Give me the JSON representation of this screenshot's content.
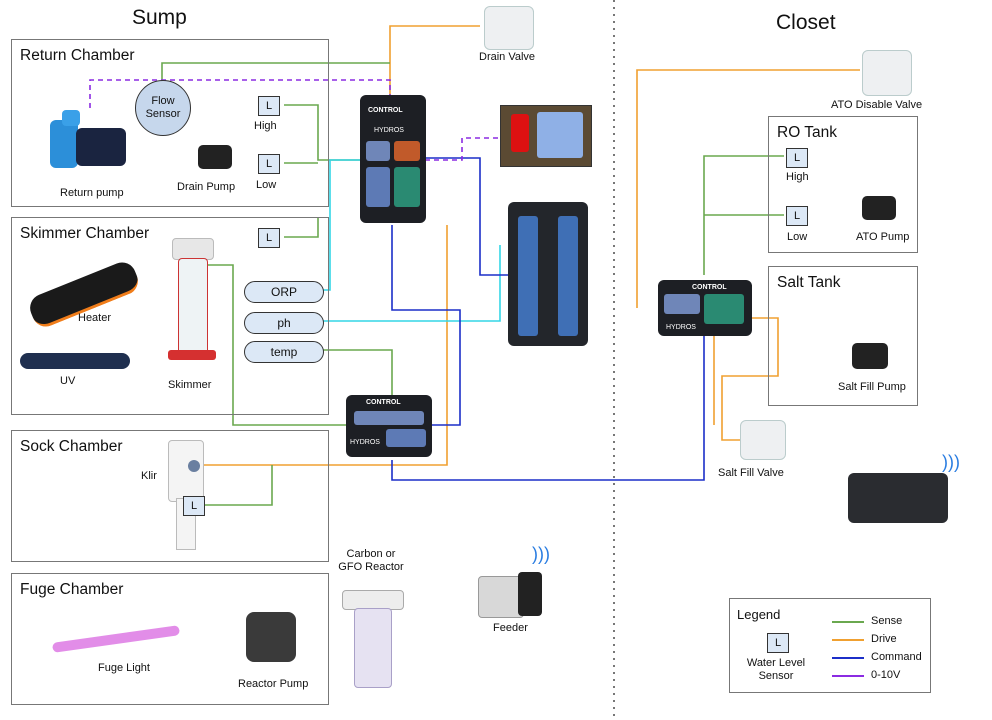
{
  "sections": {
    "sump": "Sump",
    "closet": "Closet"
  },
  "chambers": {
    "return": "Return Chamber",
    "skimmer": "Skimmer Chamber",
    "sock": "Sock Chamber",
    "fuge": "Fuge Chamber",
    "ro": "RO Tank",
    "salt": "Salt Tank"
  },
  "sensor_letter": "L",
  "labels": {
    "flow_sensor": "Flow Sensor",
    "high": "High",
    "low": "Low",
    "return_pump": "Return pump",
    "drain_pump": "Drain Pump",
    "heater": "Heater",
    "uv": "UV",
    "skimmer": "Skimmer",
    "klir": "Klir",
    "fuge_light": "Fuge Light",
    "reactor_pump": "Reactor Pump",
    "reactor": "Carbon or GFO Reactor",
    "feeder": "Feeder",
    "drain_valve": "Drain Valve",
    "ato_disable_valve": "ATO Disable Valve",
    "ato_pump": "ATO Pump",
    "salt_fill_pump": "Salt Fill Pump",
    "salt_fill_valve": "Salt Fill Valve",
    "ro_high": "High",
    "ro_low": "Low"
  },
  "probes": {
    "orp": "ORP",
    "ph": "ph",
    "temp": "temp"
  },
  "controller": {
    "brand": "CONTROL",
    "logo": "HYDROS"
  },
  "legend": {
    "title": "Legend",
    "sensor_desc": "Water Level Sensor",
    "items": [
      {
        "label": "Sense",
        "color": "#6aa84f"
      },
      {
        "label": "Drive",
        "color": "#f0a030"
      },
      {
        "label": "Command",
        "color": "#1c2fc8"
      },
      {
        "label": "0-10V",
        "color": "#8b2be2"
      }
    ]
  },
  "colors": {
    "sense": "#6aa84f",
    "drive": "#f0a030",
    "command": "#1c2fc8",
    "analog": "#8b2be2",
    "probe": "#33d6e6"
  }
}
